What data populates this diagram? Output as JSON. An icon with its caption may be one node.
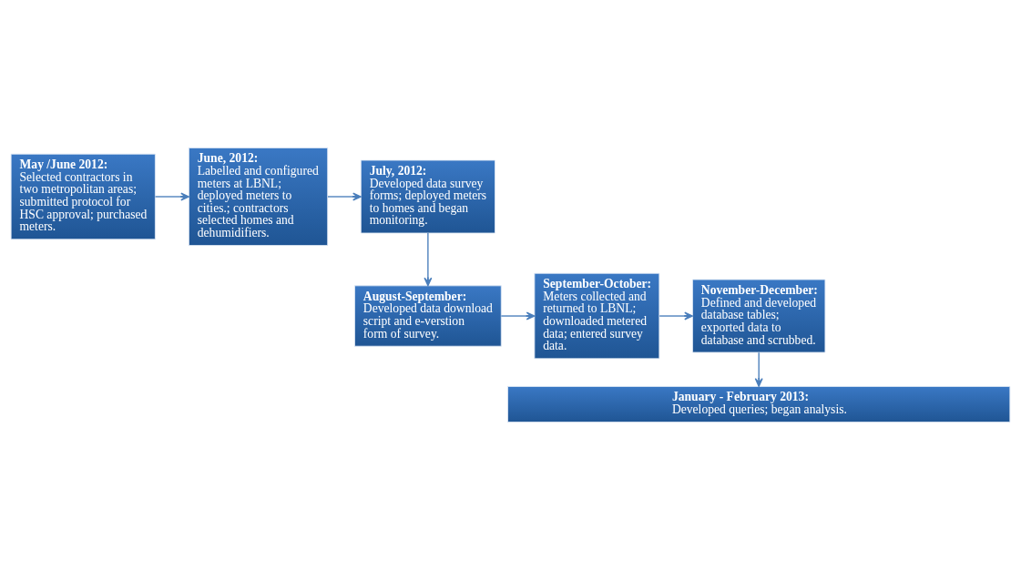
{
  "diagram": {
    "nodes": [
      {
        "text": [
          "May /June 2012:",
          "Selected contractors in two metropolitan areas; submitted protocol for HSC approval; purchased meters."
        ]
      },
      {
        "text": [
          "June, 2012:",
          "Labelled and configured meters at LBNL; deployed meters to cities.; contractors selected homes and dehumidifiers."
        ]
      },
      {
        "text": [
          "July, 2012:",
          "Developed data survey forms; deployed meters to homes and began monitoring."
        ]
      },
      {
        "text": [
          "August-September:",
          "Developed data download script and e-verstion form of survey."
        ]
      },
      {
        "text": [
          "September-October:",
          "Meters collected and returned to LBNL; downloaded metered data; entered survey data."
        ]
      },
      {
        "text": [
          "November-December:",
          "Defined and developed database tables; exported data to database and scrubbed."
        ]
      },
      {
        "text": [
          "January - February 2013:",
          "Developed queries; began analysis."
        ]
      }
    ],
    "edges": [
      {
        "from": 0,
        "to": 1,
        "arrow": "to"
      },
      {
        "from": 1,
        "to": 2,
        "arrow": "to"
      },
      {
        "from": 2,
        "to": 3,
        "arrow": "to"
      },
      {
        "from": 3,
        "to": 4,
        "arrow": "to"
      },
      {
        "from": 4,
        "to": 5,
        "arrow": "to"
      },
      {
        "from": 5,
        "to": 6,
        "arrow": "to"
      }
    ]
  }
}
